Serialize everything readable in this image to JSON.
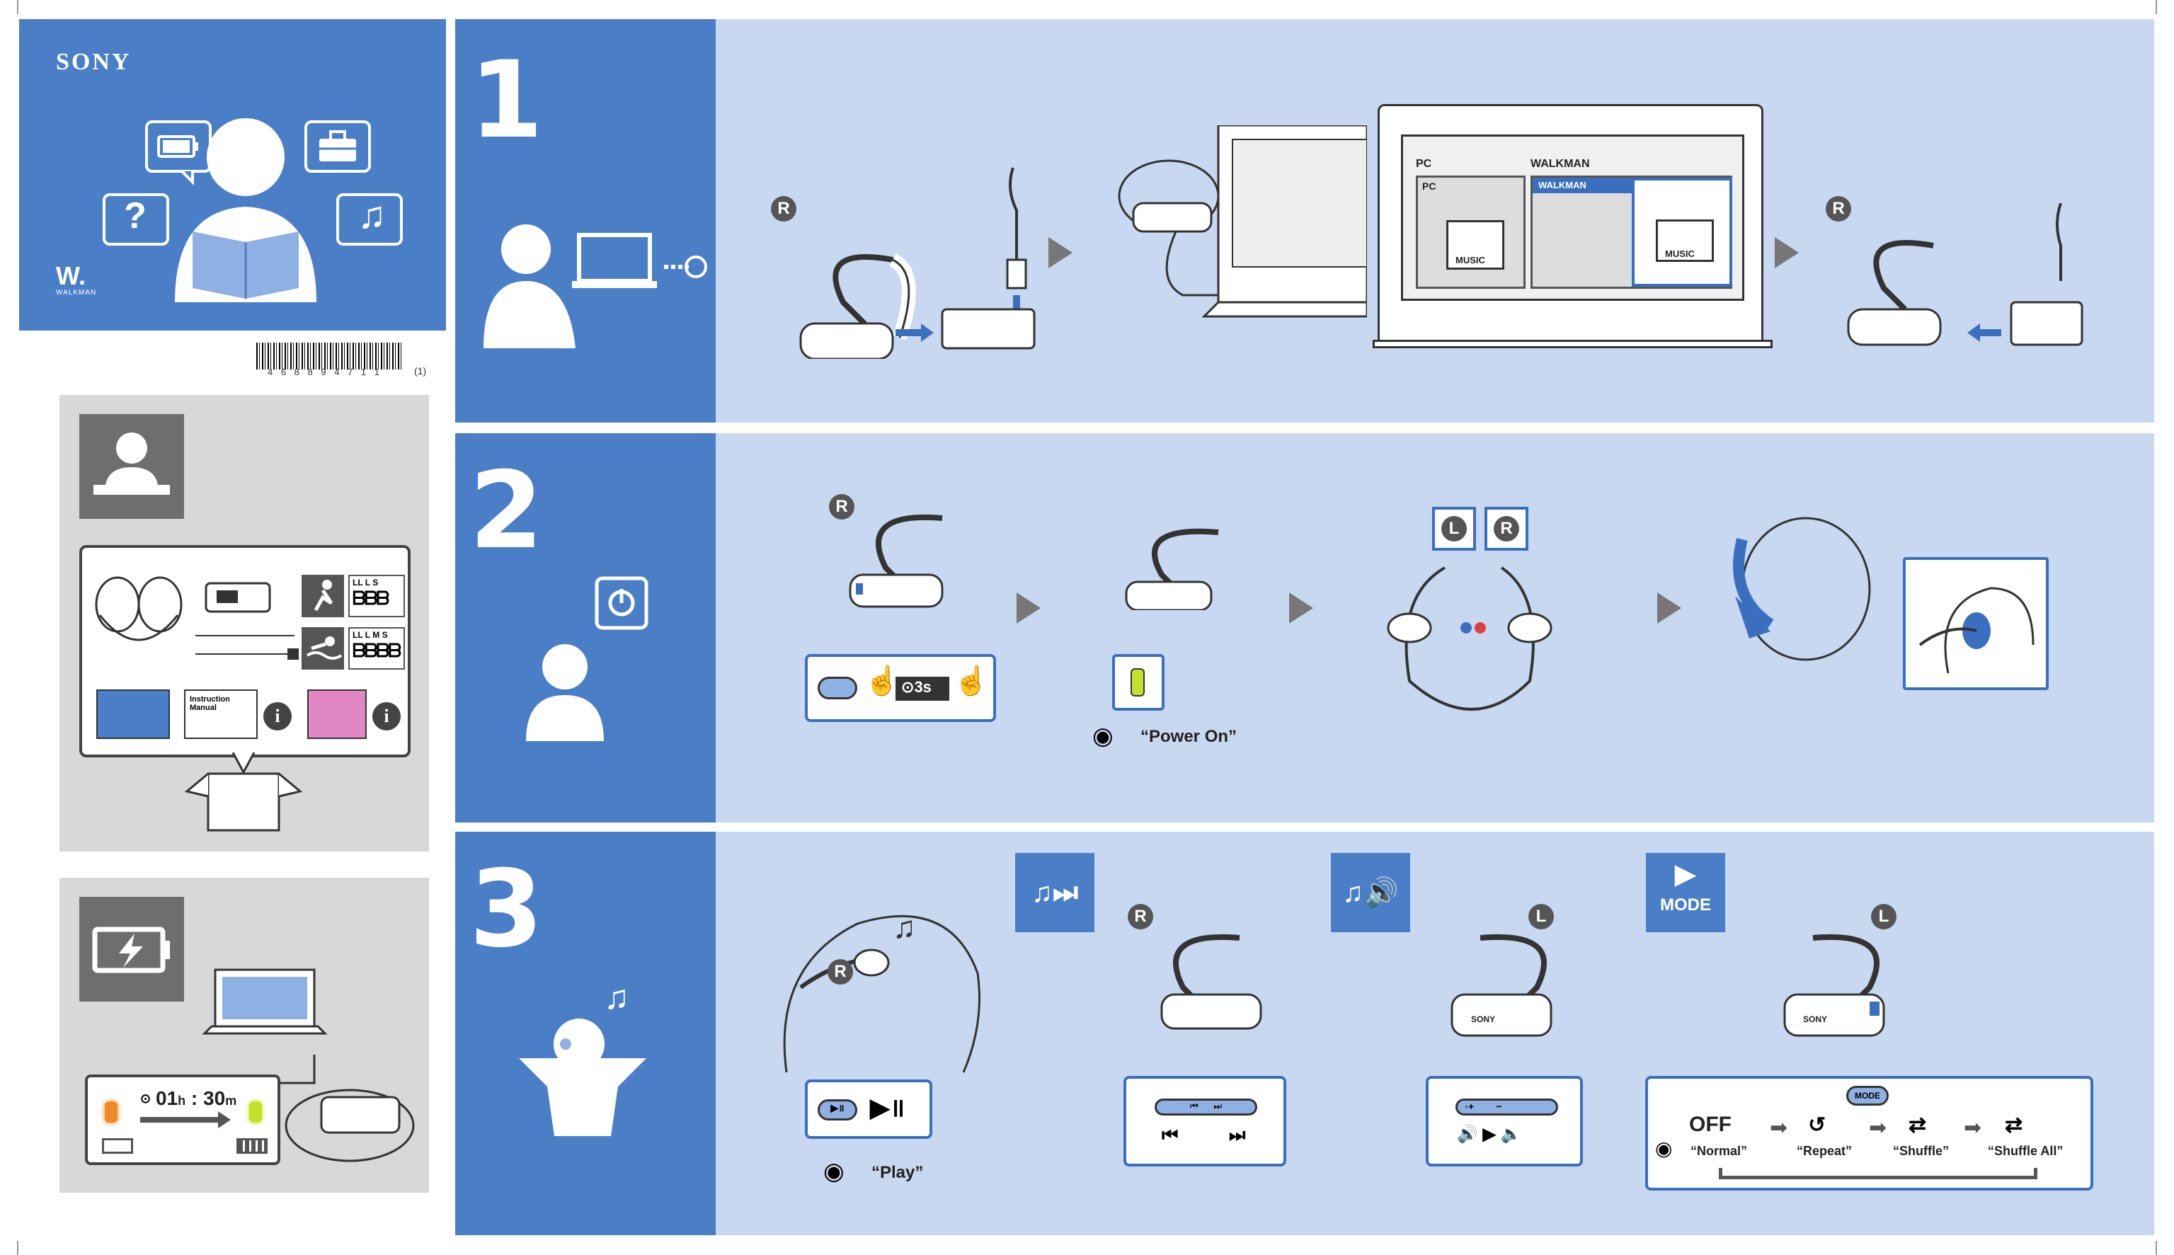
{
  "brand": {
    "logo": "SONY",
    "product_logo": "WALKMAN",
    "barcode_digits": "4 6 8 8 9 4 7 1 1",
    "barcode_suffix": "(1)"
  },
  "colors": {
    "primary_blue": "#4a7fc8",
    "panel_blue": "#c9d8f1",
    "box_grey": "#d8d8d8",
    "icon_grey": "#6e6e6e",
    "led_orange": "#f08a24",
    "led_green": "#c5e02a"
  },
  "contents": {
    "manual_label_1": "Instruction",
    "manual_label_2": "Manual",
    "earbud_sizes_1": [
      "LL",
      "L",
      "S"
    ],
    "earbud_sizes_2": [
      "LL",
      "L",
      "M",
      "S"
    ]
  },
  "charging": {
    "time_hours": "01",
    "time_h_unit": "h",
    "time_minutes": "30",
    "time_m_unit": "m"
  },
  "step1": {
    "number": "1",
    "pc_label": "PC",
    "walkman_label": "WALKMAN",
    "pc_sub_label": "PC",
    "walkman_sub_label": "WALKMAN",
    "music_folder_1": "MUSIC",
    "music_folder_2": "MUSIC",
    "side_label_1": "R",
    "side_label_2": "R"
  },
  "step2": {
    "number": "2",
    "timer_text": "3s",
    "power_on_caption": "“Power On”",
    "left_label": "L",
    "right_label": "R",
    "side_label": "R"
  },
  "step3": {
    "number": "3",
    "play_caption": "“Play”",
    "mode_label": "MODE",
    "mode_badge": "MODE",
    "off_label": "OFF",
    "modes": [
      "“Normal”",
      "“Repeat”",
      "“Shuffle”",
      "“Shuffle All”"
    ],
    "side_label_play": "R",
    "side_label_next": "R",
    "side_label_vol": "L",
    "side_label_mode": "L",
    "sony_text_1": "SONY",
    "sony_text_2": "SONY"
  },
  "icons": [
    "battery-icon",
    "toolbox-icon",
    "question-icon",
    "music-note-icon",
    "power-icon",
    "charge-icon",
    "play-pause-icon",
    "next-track-icon",
    "volume-icon",
    "mode-play-icon"
  ]
}
